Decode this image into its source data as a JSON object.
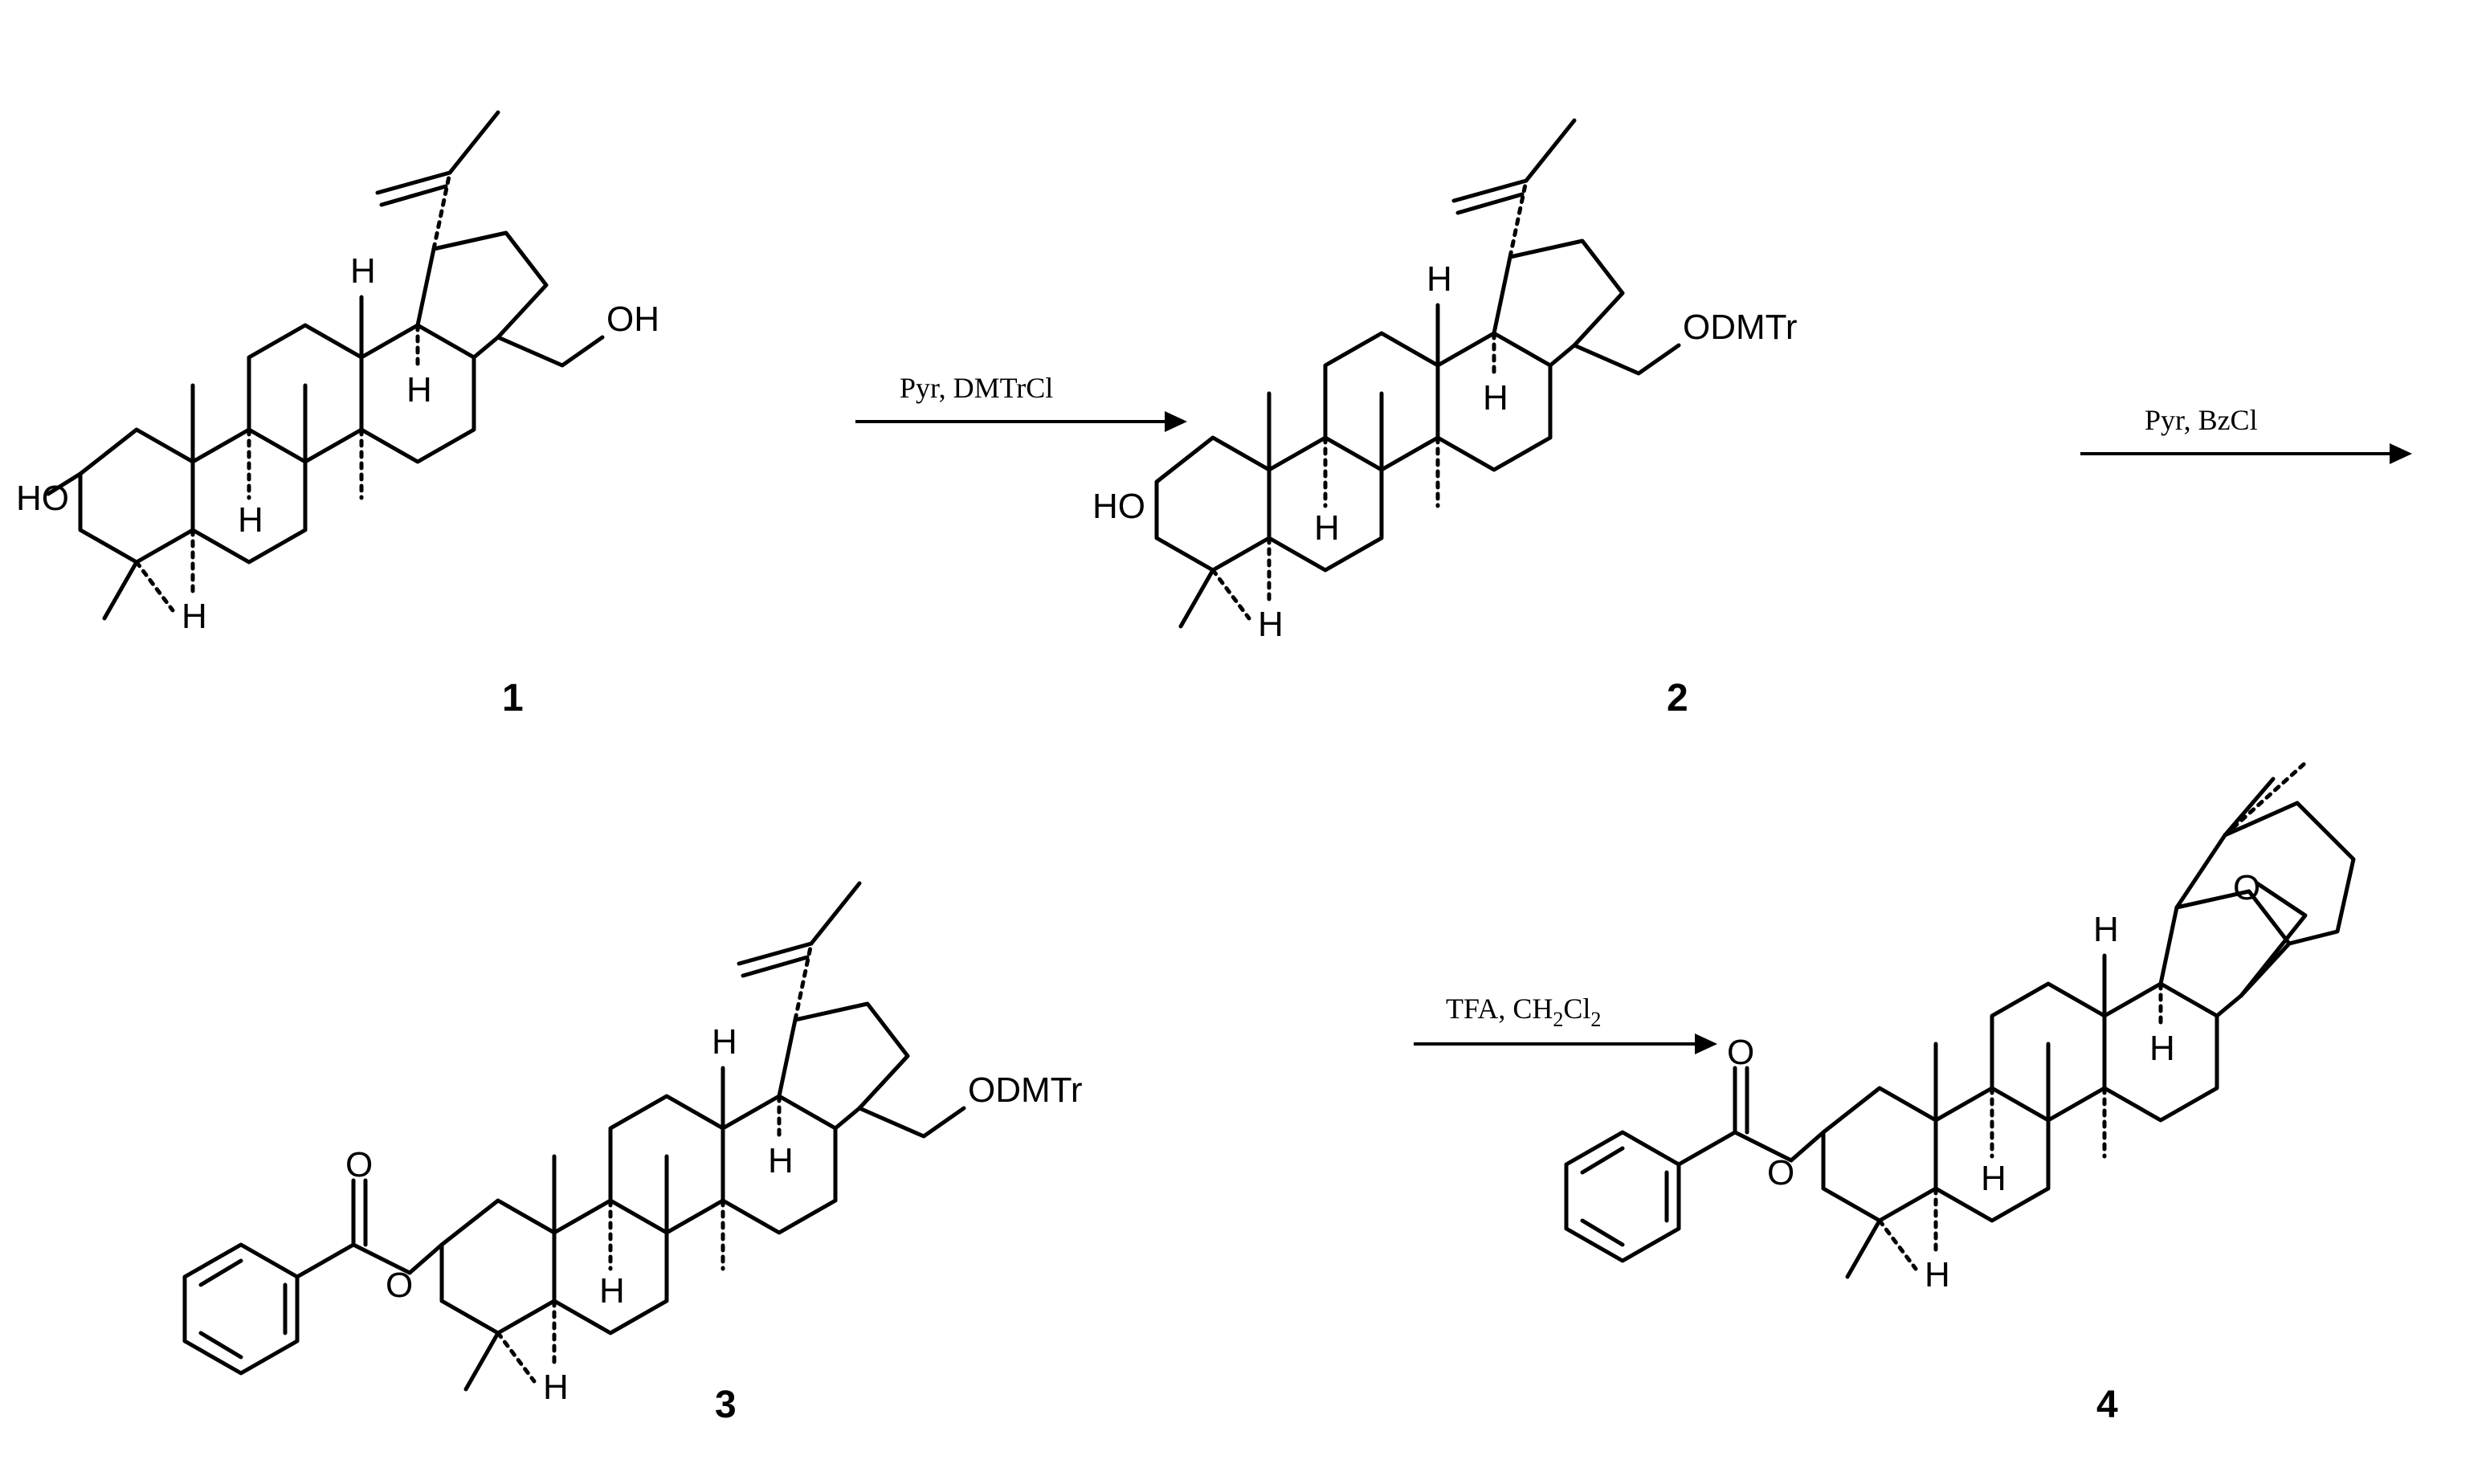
{
  "reaction_steps": [
    {
      "reagents": "Pyr, DMTrCl"
    },
    {
      "reagents": "Pyr, BzCl"
    },
    {
      "reagents_main": "TFA, CH",
      "reagents_sub1": "2",
      "reagents_mid": "Cl",
      "reagents_sub2": "2"
    }
  ],
  "compounds": [
    {
      "number": "1",
      "hydroxy_label": "HO",
      "end_group": "OH"
    },
    {
      "number": "2",
      "hydroxy_label": "HO",
      "end_group": "ODMTr"
    },
    {
      "number": "3",
      "ester_oxygen": "O",
      "carbonyl_oxygen": "O",
      "end_group": "ODMTr"
    },
    {
      "number": "4",
      "ester_oxygen": "O",
      "carbonyl_oxygen": "O",
      "ring_oxygen": "O"
    }
  ],
  "stereo_h_label": "H"
}
